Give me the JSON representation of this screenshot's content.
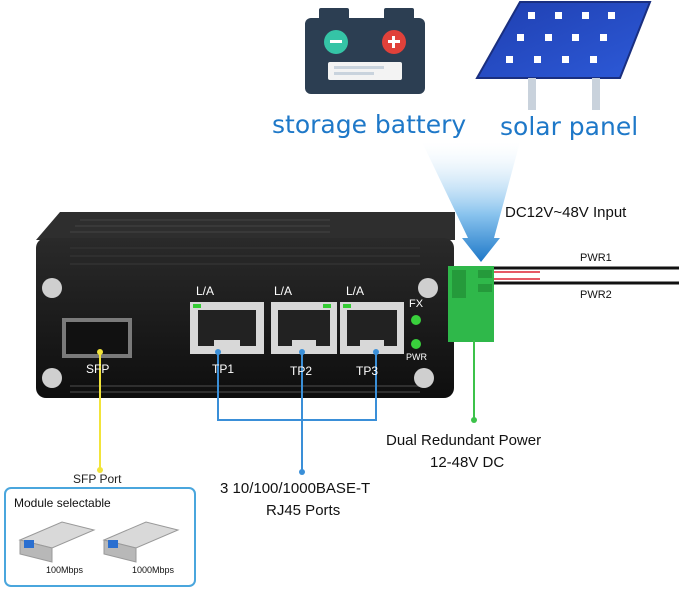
{
  "power_sources": {
    "battery_label": "storage battery",
    "solar_label": "solar panel",
    "input_label": "DC12V~48V Input"
  },
  "power_wires": {
    "pwr1": "PWR1",
    "pwr2": "PWR2"
  },
  "device": {
    "sfp_label": "SFP",
    "la_label_1": "L/A",
    "la_label_2": "L/A",
    "la_label_3": "L/A",
    "tp1": "TP1",
    "tp2": "TP2",
    "tp3": "TP3",
    "fx_led": "FX",
    "pwr_led": "PWR"
  },
  "callouts": {
    "sfp_port": "SFP Port",
    "rj45_line1": "3 10/100/1000BASE-T",
    "rj45_line2": "RJ45 Ports",
    "power_line1": "Dual Redundant Power",
    "power_line2": "12-48V DC"
  },
  "module_box": {
    "title": "Module selectable",
    "module1": "100Mbps",
    "module2": "1000Mbps"
  },
  "colors": {
    "accent_blue": "#1e78c8",
    "device_body": "#1a1a1a",
    "terminal_green": "#2fb84a",
    "callout_yellow": "#f2e43a",
    "callout_blue": "#3a8fd8",
    "callout_green": "#3cc24a"
  },
  "icons": [
    "battery-icon",
    "solar-panel-icon",
    "power-arrow-icon"
  ]
}
